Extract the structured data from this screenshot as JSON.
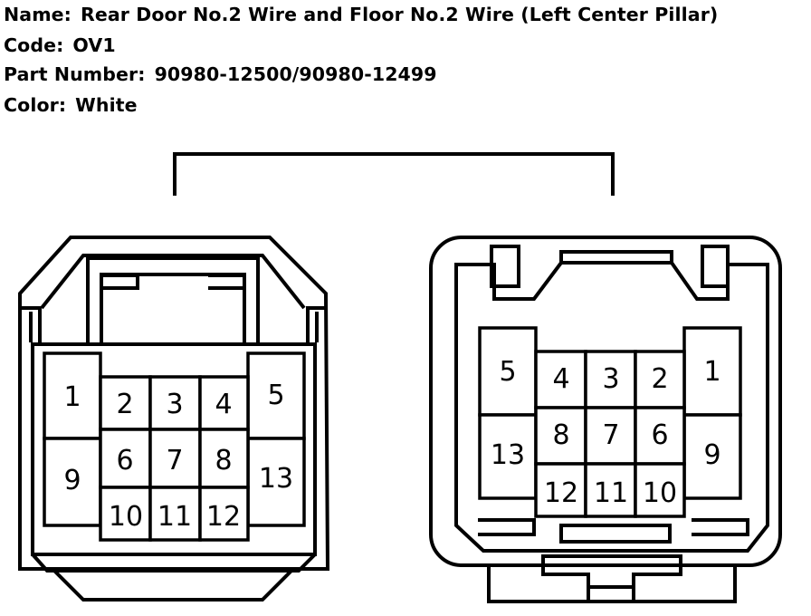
{
  "info": {
    "name_label": "Name:",
    "name_value": "Rear Door No.2 Wire and Floor No.2 Wire (Left Center Pillar)",
    "code_label": "Code:",
    "code_value": "OV1",
    "part_label": "Part Number:",
    "part_value": "90980-12500/90980-12499",
    "color_label": "Color:",
    "color_value": "White"
  },
  "connectors": {
    "left": {
      "pins": [
        "1",
        "2",
        "3",
        "4",
        "5",
        "6",
        "7",
        "8",
        "9",
        "10",
        "11",
        "12",
        "13"
      ]
    },
    "right": {
      "pins": [
        "1",
        "2",
        "3",
        "4",
        "5",
        "6",
        "7",
        "8",
        "9",
        "10",
        "11",
        "12",
        "13"
      ]
    }
  },
  "colors": {
    "line": "#000000",
    "background": "#ffffff"
  }
}
